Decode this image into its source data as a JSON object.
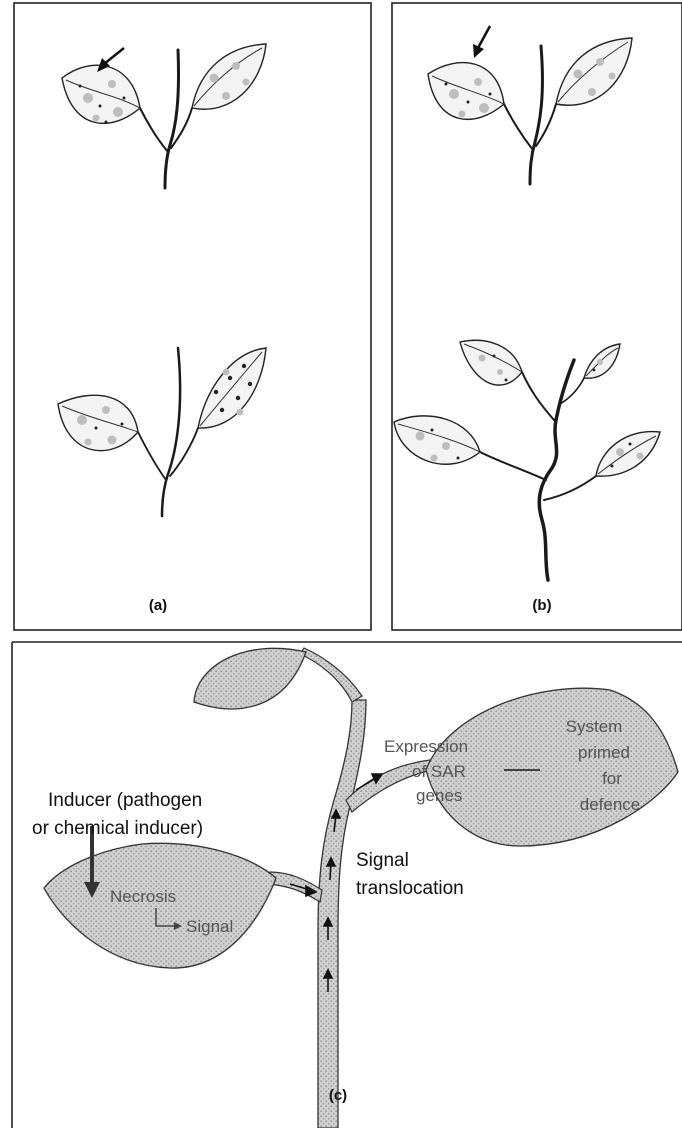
{
  "panels": {
    "a": {
      "caption": "(a)"
    },
    "b": {
      "caption": "(b)"
    },
    "c": {
      "caption": "(c)",
      "labels": {
        "inducer_line1": "Inducer (pathogen",
        "inducer_line2": "or chemical inducer)",
        "necrosis": "Necrosis",
        "signal": "Signal",
        "signal_translocation_line1": "Signal",
        "signal_translocation_line2": "translocation",
        "expression_line1": "Expression",
        "expression_line2": "of SAR",
        "expression_line3": "genes",
        "primed_line1": "System",
        "primed_line2": "primed",
        "primed_line3": "for",
        "primed_line4": "defence"
      }
    }
  }
}
